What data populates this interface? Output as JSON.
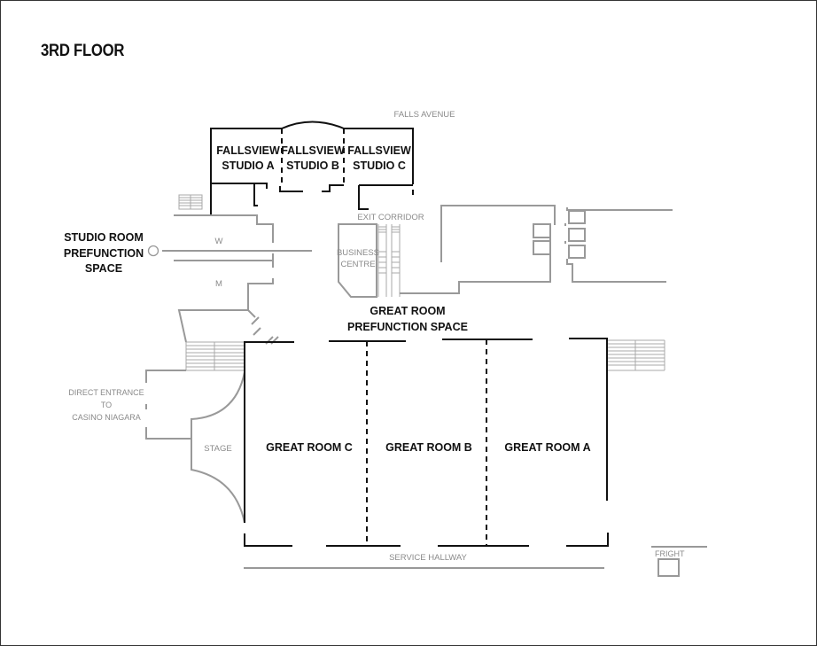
{
  "title": "3RD FLOOR",
  "colors": {
    "primary_wall": "#111111",
    "secondary_wall": "#999999",
    "secondary_text": "#8a8a8a"
  },
  "rooms": {
    "fallsview_a": [
      "FALLSVIEW",
      "STUDIO A"
    ],
    "fallsview_b": [
      "FALLSVIEW",
      "STUDIO B"
    ],
    "fallsview_c": [
      "FALLSVIEW",
      "STUDIO C"
    ],
    "great_room_a": "GREAT ROOM A",
    "great_room_b": "GREAT ROOM B",
    "great_room_c": "GREAT ROOM C"
  },
  "areas": {
    "studio_prefunction": [
      "STUDIO ROOM",
      "PREFUNCTION",
      "SPACE"
    ],
    "great_prefunction": [
      "GREAT ROOM",
      "PREFUNCTION SPACE"
    ],
    "business_centre": [
      "BUSINESS",
      "CENTRE"
    ],
    "direct_entrance": [
      "DIRECT ENTRANCE",
      "TO",
      "CASINO NIAGARA"
    ]
  },
  "labels": {
    "falls_avenue": "FALLS AVENUE",
    "exit_corridor": "EXIT CORRIDOR",
    "washroom_w": "W",
    "washroom_m": "M",
    "stage": "STAGE",
    "service_hallway": "SERVICE HALLWAY",
    "freight": "FRIGHT"
  }
}
